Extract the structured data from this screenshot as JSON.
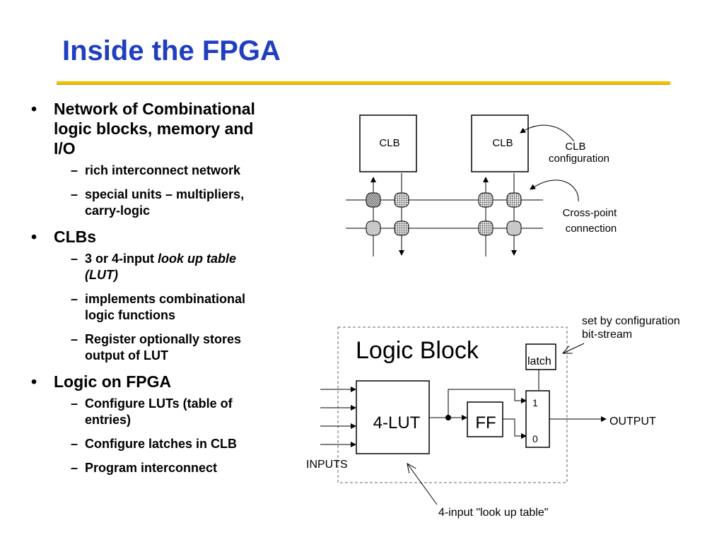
{
  "slide": {
    "title": "Inside the FPGA",
    "accent_color": "#1f3fbf",
    "rule_color": "#f2c200"
  },
  "bullets": [
    {
      "text": "Network of Combinational logic blocks, memory and I/O",
      "lines": [
        "Network of Combinational",
        "logic blocks, memory and",
        "I/O"
      ],
      "subs": [
        {
          "lines": [
            "rich interconnect network"
          ]
        },
        {
          "lines": [
            "special units – multipliers,",
            "carry-logic"
          ]
        }
      ]
    },
    {
      "text": "CLBs",
      "subs": [
        {
          "prefix": "3 or 4-input ",
          "italic_lines": [
            "look up table",
            "(LUT)"
          ]
        },
        {
          "lines": [
            "implements combinational",
            "logic functions"
          ]
        },
        {
          "lines": [
            "Register optionally stores",
            "output of LUT"
          ]
        }
      ]
    },
    {
      "text": "Logic on FPGA",
      "subs": [
        {
          "lines": [
            "Configure LUTs (table of",
            "entries)"
          ]
        },
        {
          "lines": [
            "Configure latches in CLB"
          ]
        },
        {
          "lines": [
            "Program interconnect"
          ]
        }
      ]
    }
  ],
  "interconnect_diagram": {
    "clb_labels": [
      "CLB",
      "CLB"
    ],
    "clb_config_label_lines": [
      "CLB",
      "configuration"
    ],
    "crosspoint_label_lines": [
      "Cross-point",
      "connection"
    ]
  },
  "logic_block_diagram": {
    "title": "Logic Block",
    "lut_label": "4-LUT",
    "ff_label": "FF",
    "latch_label": "latch",
    "mux_inputs": [
      "1",
      "0"
    ],
    "output_label": "OUTPUT",
    "inputs_label": "INPUTS",
    "config_note_lines": [
      "set by configuration",
      "bit-stream"
    ],
    "lut_note": "4-input \"look up table\""
  }
}
